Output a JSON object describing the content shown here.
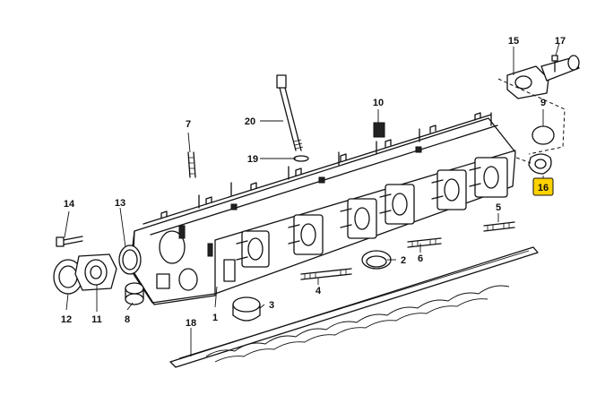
{
  "callouts": {
    "c1": "1",
    "c2": "2",
    "c3": "3",
    "c4": "4",
    "c5": "5",
    "c6": "6",
    "c7": "7",
    "c8": "8",
    "c9": "9",
    "c10": "10",
    "c11": "11",
    "c12": "12",
    "c13": "13",
    "c14": "14",
    "c15": "15",
    "c16": "16",
    "c17": "17",
    "c18": "18",
    "c19": "19",
    "c20": "20"
  },
  "highlighted_callout": "16",
  "colors": {
    "highlight_fill": "#ffd200",
    "line": "#111111",
    "background": "#ffffff"
  }
}
